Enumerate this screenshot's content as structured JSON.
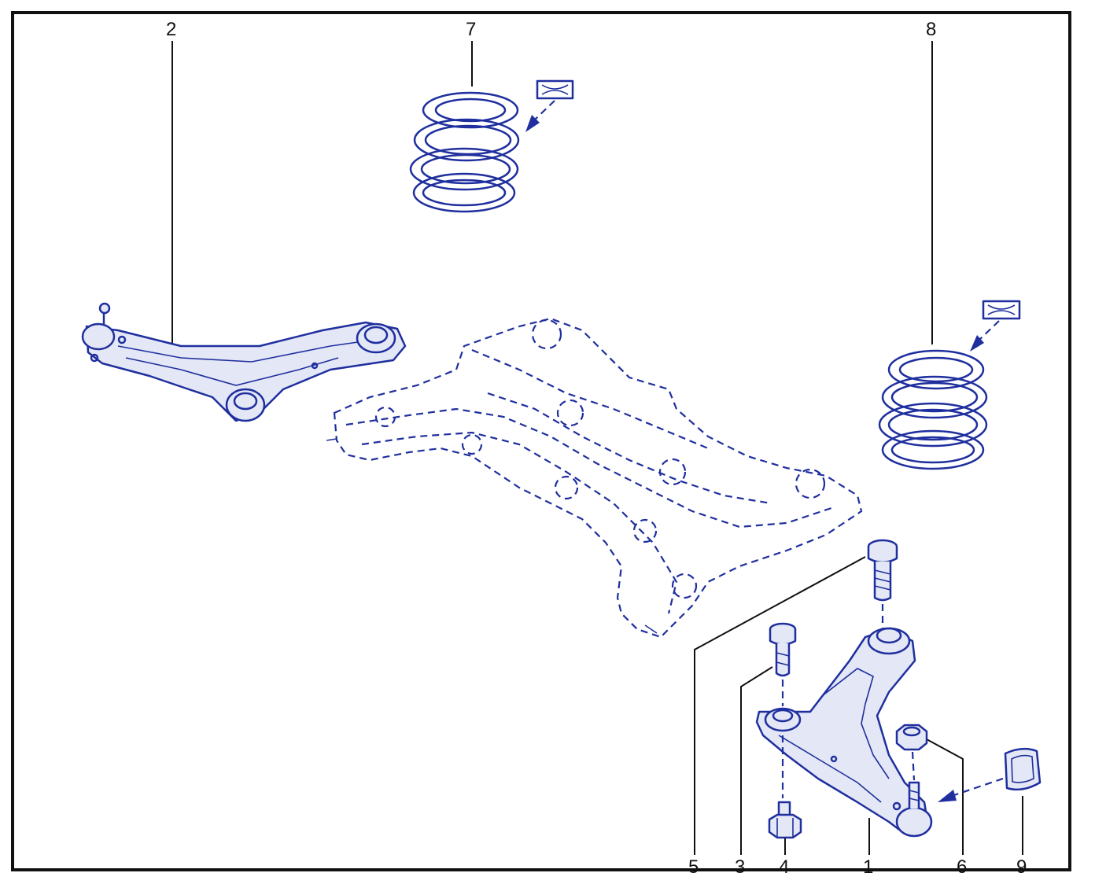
{
  "callouts": {
    "c1": "1",
    "c2": "2",
    "c3": "3",
    "c4": "4",
    "c5": "5",
    "c6": "6",
    "c7": "7",
    "c8": "8",
    "c9": "9"
  },
  "colors": {
    "line_art": "#1f2f9e",
    "callout": "#111111",
    "frame": "#111111"
  },
  "icons": [
    "grease-symbol-icon"
  ]
}
